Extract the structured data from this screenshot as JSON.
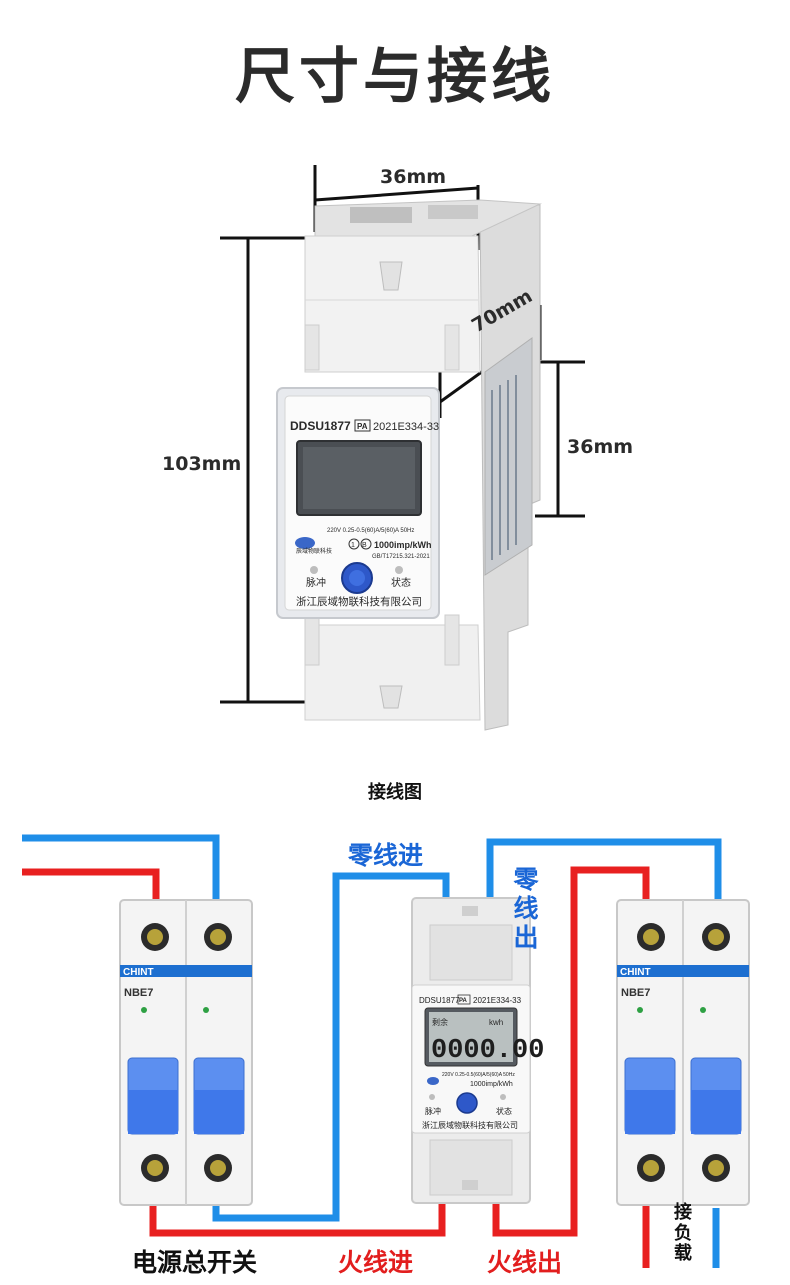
{
  "header": {
    "title": "尺寸与接线"
  },
  "dimensions": {
    "width": "36mm",
    "depth": "70mm",
    "height": "103mm",
    "front_height": "36mm"
  },
  "meter": {
    "model": "DDSU1877",
    "cert_mark": "PA",
    "cert_no": "2021E334-33",
    "spec": "220V 0.25-0.5(60)A/5(60)A 50Hz",
    "class_mark": "1",
    "b_mark": "B",
    "constant": "1000imp/kWh",
    "standard": "GB/T17215.321-2021",
    "brand": "辰域物联科技",
    "pulse_label": "脉冲",
    "status_label": "状态",
    "company": "浙江辰域物联科技有限公司",
    "display_left": "剩余",
    "display_unit": "kwh",
    "display_value": "0000.00"
  },
  "wiring": {
    "title": "接线图",
    "neutral_in": "零线进",
    "neutral_out": "零线出",
    "live_in": "火线进",
    "live_out": "火线出",
    "main_switch": "电源总开关",
    "load": "接负载",
    "breaker_brand": "CHINT",
    "breaker_model": "NBE7"
  },
  "colors": {
    "neutral": "#1f8ee8",
    "live": "#e82020",
    "label_blue": "#1a66d6",
    "label_red": "#e21e1e"
  }
}
